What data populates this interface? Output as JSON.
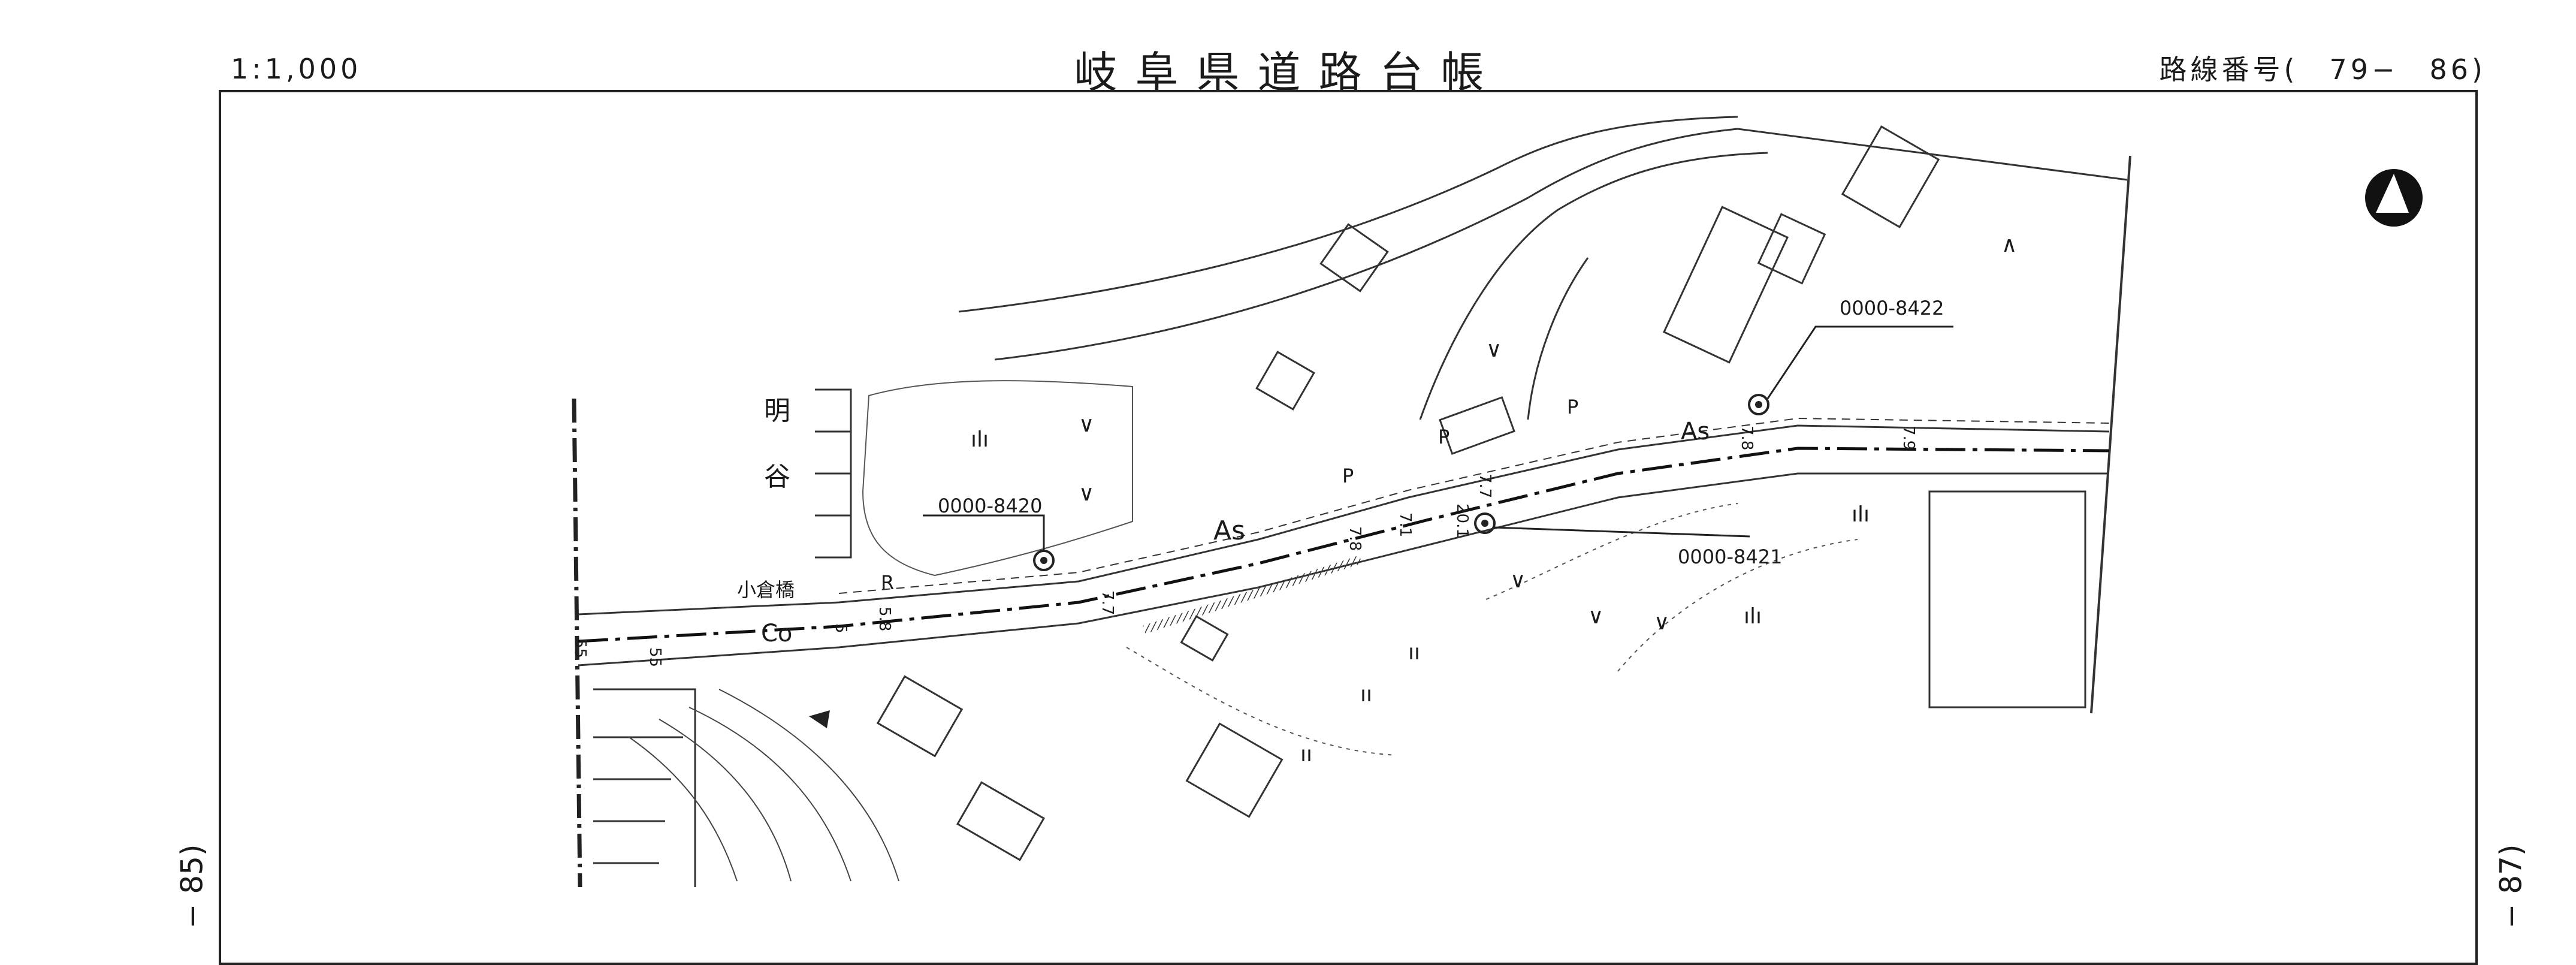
{
  "header": {
    "scale": "1:1,000",
    "title": "岐阜県道路台帳",
    "route_number": "路線番号(　79−　86)"
  },
  "side_refs": {
    "left": "− 85)",
    "right": "− 87)"
  },
  "map": {
    "place_labels": {
      "mei": "明",
      "tani": "谷",
      "bridge": "小倉橋"
    },
    "surface_labels": {
      "as1": "As",
      "as2": "As",
      "co": "Co",
      "r": "R",
      "p1": "P",
      "p2": "P",
      "p3": "P"
    },
    "point_ids": {
      "p8420": "0000-8420",
      "p8421": "0000-8421",
      "p8422": "0000-8422"
    },
    "widths": {
      "w1": "55",
      "w2": "55",
      "w3": "5",
      "w4": "5.8",
      "w5": "7.7",
      "w6": "7.8",
      "w7": "7.1",
      "w8": "20.1",
      "w9": "7.7",
      "w10": "7.8",
      "w11": "7.9"
    },
    "north_arrow": "north-arrow-icon"
  }
}
